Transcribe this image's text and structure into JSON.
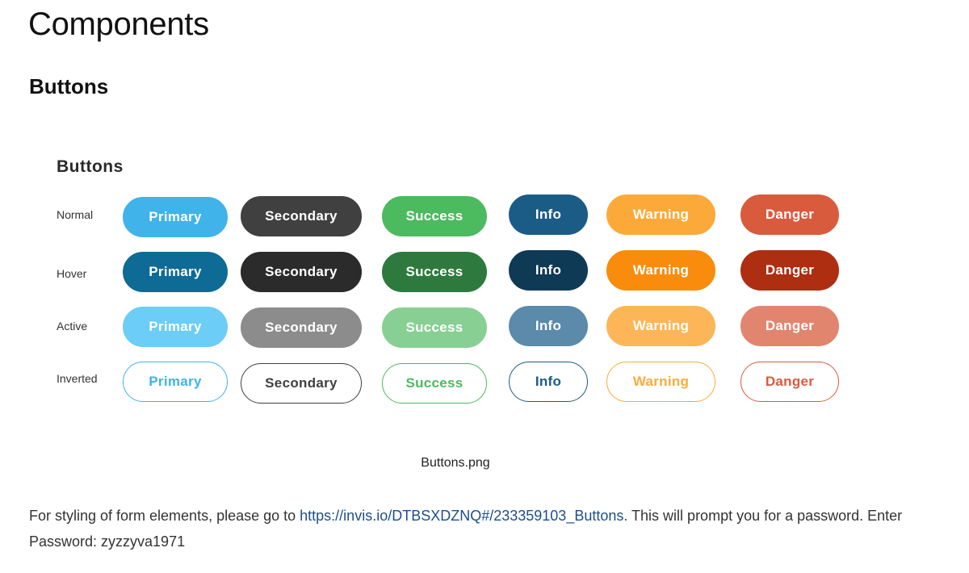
{
  "page": {
    "title": "Components",
    "section_title": "Buttons"
  },
  "figure": {
    "heading": "Buttons",
    "caption": "Buttons.png",
    "states": [
      {
        "label": "Normal"
      },
      {
        "label": "Hover"
      },
      {
        "label": "Active"
      },
      {
        "label": "Inverted"
      }
    ],
    "buttons": {
      "primary": "Primary",
      "secondary": "Secondary",
      "success": "Success",
      "info": "Info",
      "warning": "Warning",
      "danger": "Danger"
    },
    "colors": {
      "primary": {
        "normal": "#40b3ea",
        "hover": "#0e6b96",
        "active": "#6ccdf6",
        "inverted": "#40b3ea"
      },
      "secondary": {
        "normal": "#404040",
        "hover": "#2b2b2b",
        "active": "#8c8c8c",
        "inverted": "#404040"
      },
      "success": {
        "normal": "#4cba5f",
        "hover": "#2e7a3e",
        "active": "#88cf93",
        "inverted": "#4cba5f"
      },
      "info": {
        "normal": "#1b5c87",
        "hover": "#0f3a56",
        "active": "#5b8aaa",
        "inverted": "#1b5c87"
      },
      "warning": {
        "normal": "#fbaa3a",
        "hover": "#f98c0d",
        "active": "#fcb657",
        "inverted": "#fbaa3a"
      },
      "danger": {
        "normal": "#d95b3e",
        "hover": "#ad2e11",
        "active": "#e2856f",
        "inverted": "#d95b3e"
      }
    }
  },
  "body": {
    "text_before": "For styling of form elements, please go to ",
    "link_text": "https://invis.io/DTBSXDZNQ#/233359103_Buttons.",
    "text_after": " This will prompt you for a password.  Enter Password:  zyzzyva1971"
  }
}
